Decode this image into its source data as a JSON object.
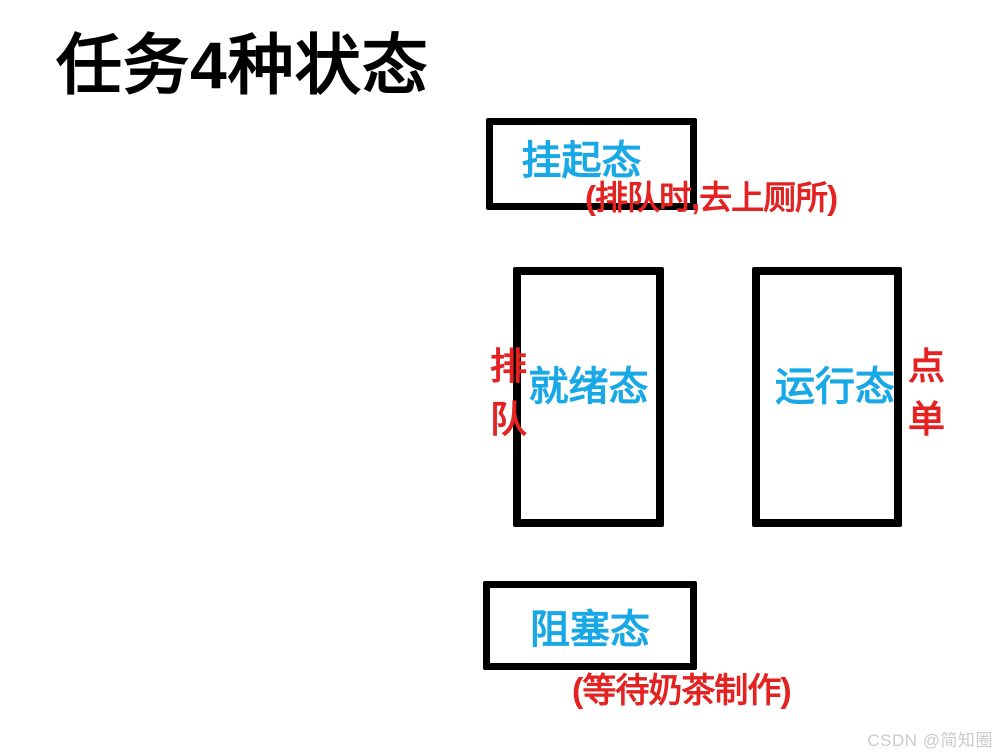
{
  "title": "任务4种状态",
  "watermark": "CSDN @简知圈",
  "colors": {
    "title_color": "#000000",
    "box_border": "#000000",
    "state_label": "#18A8E6",
    "annotation": "#E32222",
    "watermark_color": "#CBCBCB",
    "background": "#FFFFFF"
  },
  "states": {
    "suspended": {
      "label": "挂起态",
      "annotation": "(排队时,去上厕所)"
    },
    "ready": {
      "label": "就绪态",
      "annotation": "排队"
    },
    "running": {
      "label": "运行态",
      "annotation": "点单"
    },
    "blocked": {
      "label": "阻塞态",
      "annotation": "(等待奶茶制作)"
    }
  }
}
